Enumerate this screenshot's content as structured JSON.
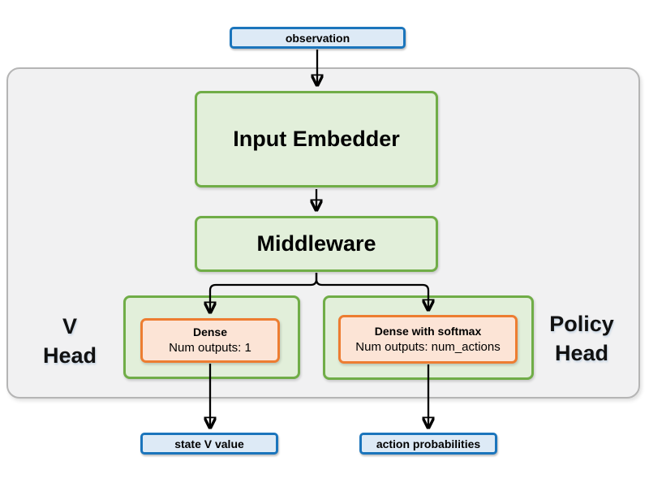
{
  "diagram": {
    "input": {
      "label": "observation"
    },
    "input_embedder": {
      "label": "Input Embedder"
    },
    "middleware": {
      "label": "Middleware"
    },
    "v_head": {
      "title_line1": "V",
      "title_line2": "Head",
      "dense_title": "Dense",
      "dense_subtitle": "Num outputs: 1"
    },
    "policy_head": {
      "title_line1": "Policy",
      "title_line2": "Head",
      "dense_title": "Dense with softmax",
      "dense_subtitle": "Num outputs: num_actions"
    },
    "outputs": {
      "state_v_value": "state V value",
      "action_probabilities": "action probabilities"
    },
    "colors": {
      "blue_border": "#1b75bc",
      "blue_fill": "#ddeaf6",
      "green_border": "#70ad47",
      "green_fill": "#e2efda",
      "orange_border": "#ed7d31",
      "orange_fill": "#fce4d6",
      "container_fill": "#f1f1f2",
      "container_border": "#b5b5b5",
      "arrow": "#000000"
    }
  }
}
